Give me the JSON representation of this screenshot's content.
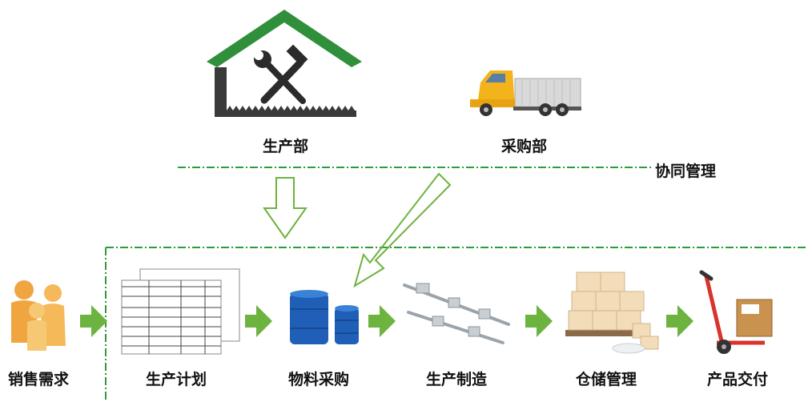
{
  "top": {
    "production_dept": "生产部",
    "purchasing_dept": "采购部",
    "collaboration": "协同管理"
  },
  "flow": {
    "steps": [
      "销售需求",
      "生产计划",
      "物料采购",
      "生产制造",
      "仓储管理",
      "产品交付"
    ]
  },
  "colors": {
    "green": "#3aa53a",
    "arrow_green": "#6db33f",
    "dash_green": "#2e9a3e",
    "roof_green": "#2f8f3a",
    "barrel_blue": "#1f5fb8",
    "truck_yellow": "#f3b41b"
  }
}
